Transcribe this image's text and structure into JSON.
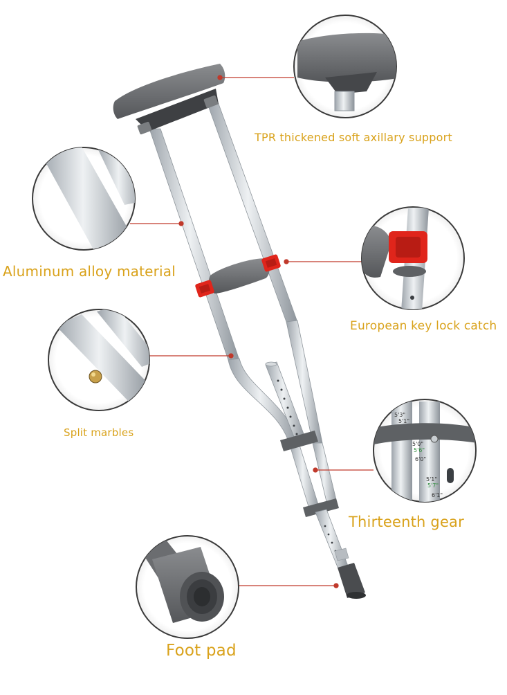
{
  "callouts": {
    "axillary_support": "TPR thickened soft axillary support",
    "material": "Aluminum alloy material",
    "lock_catch": "European key lock catch",
    "marbles": "Split marbles",
    "gear": "Thirteenth gear",
    "foot_pad": "Foot pad"
  },
  "gear_scale_marks": [
    "5'3\"",
    "5'1\"",
    "5'0\"",
    "5'6\"",
    "6'0\"",
    "5'1\"",
    "5'7\"",
    "6'1\""
  ],
  "colors": {
    "label_text": "#d9a21b",
    "leader_line": "#c0392b",
    "aluminum": "#c9ced3",
    "pad_gray": "#6b6d70",
    "lock_red": "#e0251b"
  }
}
